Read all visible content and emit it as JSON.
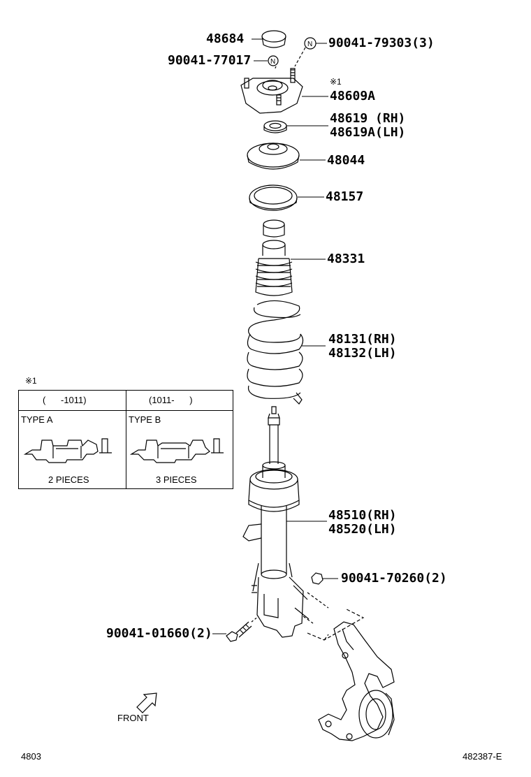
{
  "labels": {
    "p48684": "48684",
    "p90041_77017": "90041-77017",
    "p90041_79303": "90041-79303(3)",
    "n_mark": "N",
    "ref_mark": "※1",
    "p48609a": "48609A",
    "p48619_rh": "48619 (RH)",
    "p48619a_lh": "48619A(LH)",
    "p48044": "48044",
    "p48157": "48157",
    "p48331": "48331",
    "p48131_rh": "48131(RH)",
    "p48132_lh": "48132(LH)",
    "p48510_rh": "48510(RH)",
    "p48520_lh": "48520(LH)",
    "p90041_70260": "90041-70260(2)",
    "p90041_01660": "90041-01660(2)",
    "front": "FRONT",
    "page_code": "4803",
    "figure_code": "482387-E"
  },
  "inset": {
    "ref": "※1",
    "col_a_header": "(      -1011)",
    "col_b_header": "(1011-      )",
    "type_a": "TYPE A",
    "type_b": "TYPE B",
    "pieces_a": "2 PIECES",
    "pieces_b": "3 PIECES"
  }
}
